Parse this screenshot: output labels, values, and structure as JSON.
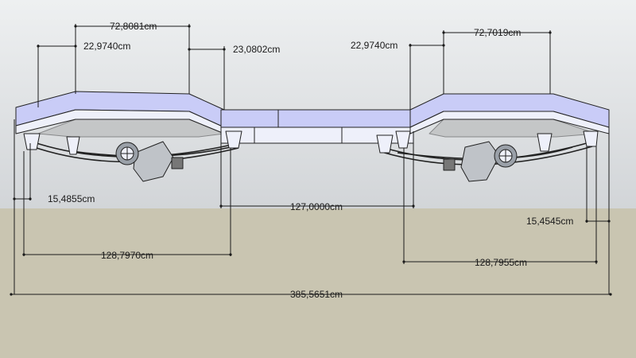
{
  "colors": {
    "sky_top": "#eef0f1",
    "sky_bottom": "#d2d5d8",
    "ground": "#c9c5b1",
    "frame_top": "#c9ccf7",
    "frame_side": "#eef0fa",
    "frame_stroke": "#222222",
    "dimension_line": "#1a1a1a"
  },
  "dimensions": {
    "front_overall": "72,8081cm",
    "front_left_segment": "22,9740cm",
    "front_right_segment": "23,0802cm",
    "rear_left_segment": "22,9740cm",
    "rear_overall": "72,7019cm",
    "front_overhang": "15,4855cm",
    "center_span": "127,0000cm",
    "rear_overhang": "15,4545cm",
    "front_bogie_span": "128,7970cm",
    "rear_bogie_span": "128,7955cm",
    "total_length": "385,5651cm"
  }
}
